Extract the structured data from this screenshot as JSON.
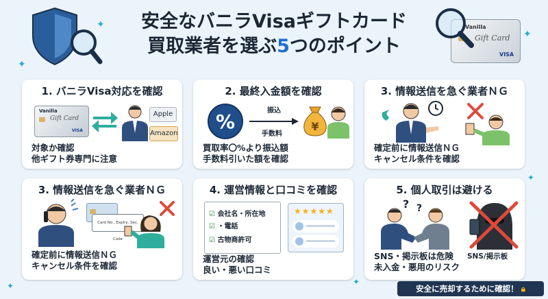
{
  "header": {
    "title_line1": "安全なバニラVisaギフトカード",
    "title_line2_pre": "買取業者を選ぶ",
    "title_line2_num": "5",
    "title_line2_post": "つのポイント",
    "card_brand": "Vanilla",
    "card_text": "Gift Card",
    "card_network": "VISA"
  },
  "cards": [
    {
      "title": "1. バニラVisa対応を確認",
      "line1": "対象か確認",
      "line2": "他ギフト券専門に注意",
      "card_brand": "Vanilla",
      "card_text": "Gift Card",
      "card_network": "VISA",
      "tag1": "Apple",
      "tag2": "Amazon"
    },
    {
      "title": "2. 最終入金額を確認",
      "line1": "買取率〇%より振込額",
      "line2": "手数料引いた額を確認",
      "label_top": "振込",
      "label_bottom": "手数料",
      "percent": "%",
      "yen": "¥"
    },
    {
      "title": "3. 情報送信を急ぐ業者ＮＧ",
      "line1": "確定前に情報送信ＮＧ",
      "line2": "キャンセル条件を確認"
    },
    {
      "title": "3. 情報送信を急ぐ業者ＮＧ",
      "line1": "確定前に情報送信ＮＧ",
      "line2": "キャンセル条件を確認",
      "form_text": "Card No., Expiry, Sec. Code"
    },
    {
      "title": "4. 運営情報と口コミを確認",
      "line1": "運営元の確認",
      "line2": "良い・悪い口コミ",
      "check1": "会社名・所在地",
      "check2": "・電話",
      "check3": "古物商許可",
      "stars": "★★★★★"
    },
    {
      "title": "5. 個人取引は避ける",
      "line1": "SNS・掲示板は危険",
      "line2": "未入金・悪用のリスク",
      "side_label": "SNS/掲示板",
      "question": "?"
    }
  ],
  "footer": {
    "text": "安全に売却するために確認！"
  },
  "colors": {
    "background": "#eaf4fa",
    "accent": "#1e6fd0",
    "danger": "#e0483a",
    "footer_bg": "#1f3552",
    "gold": "#e8a12a"
  }
}
